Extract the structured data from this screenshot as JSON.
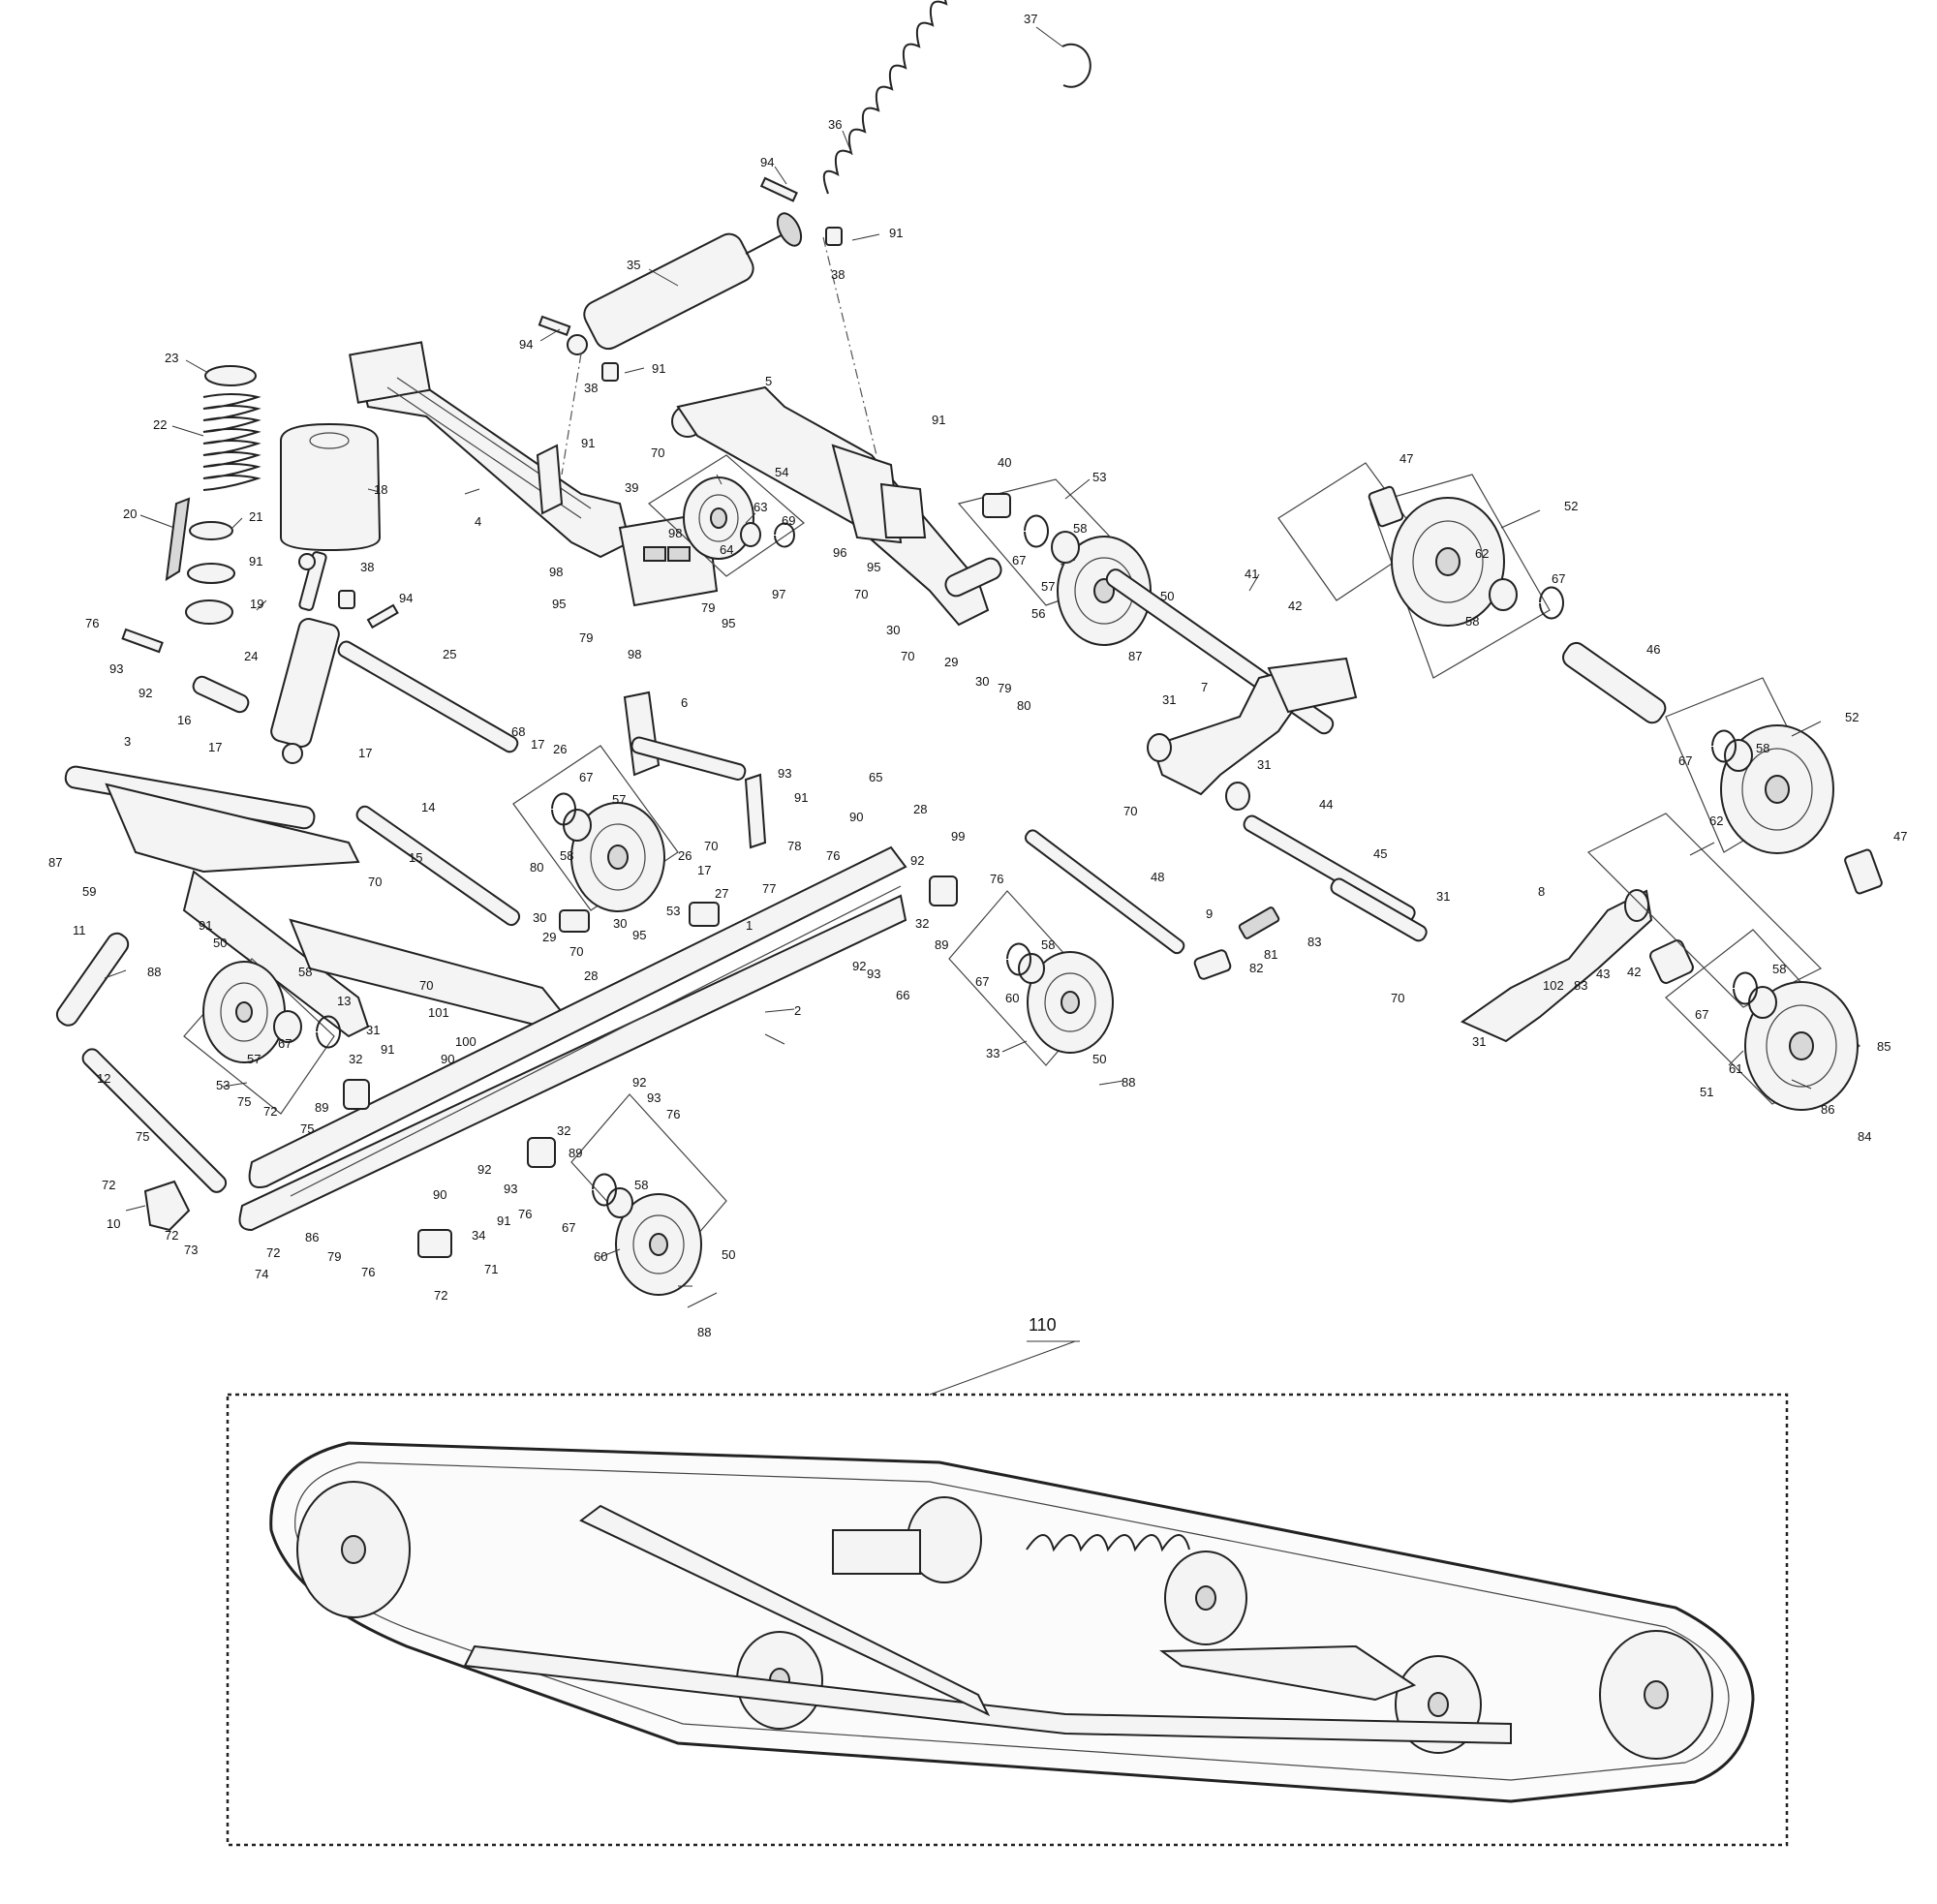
{
  "diagram": {
    "assembly_label": "110",
    "callouts": [
      {
        "id": "37",
        "label": "37"
      },
      {
        "id": "36",
        "label": "36"
      },
      {
        "id": "94a",
        "label": "94"
      },
      {
        "id": "91a",
        "label": "91"
      },
      {
        "id": "38a",
        "label": "38"
      },
      {
        "id": "35",
        "label": "35"
      },
      {
        "id": "94b",
        "label": "94"
      },
      {
        "id": "38b",
        "label": "38"
      },
      {
        "id": "91b",
        "label": "91"
      },
      {
        "id": "23",
        "label": "23"
      },
      {
        "id": "22",
        "label": "22"
      },
      {
        "id": "18",
        "label": "18"
      },
      {
        "id": "20",
        "label": "20"
      },
      {
        "id": "21",
        "label": "21"
      },
      {
        "id": "91c",
        "label": "91"
      },
      {
        "id": "38c",
        "label": "38"
      },
      {
        "id": "94c",
        "label": "94"
      },
      {
        "id": "19",
        "label": "19"
      },
      {
        "id": "76a",
        "label": "76"
      },
      {
        "id": "93a",
        "label": "93"
      },
      {
        "id": "92a",
        "label": "92"
      },
      {
        "id": "16",
        "label": "16"
      },
      {
        "id": "24",
        "label": "24"
      },
      {
        "id": "17a",
        "label": "17"
      },
      {
        "id": "17b",
        "label": "17"
      },
      {
        "id": "25",
        "label": "25"
      },
      {
        "id": "4",
        "label": "4"
      },
      {
        "id": "91d",
        "label": "91"
      },
      {
        "id": "39",
        "label": "39"
      },
      {
        "id": "98a",
        "label": "98"
      },
      {
        "id": "98b",
        "label": "98"
      },
      {
        "id": "95a",
        "label": "95"
      },
      {
        "id": "79a",
        "label": "79"
      },
      {
        "id": "98c",
        "label": "98"
      },
      {
        "id": "79b",
        "label": "79"
      },
      {
        "id": "95b",
        "label": "95"
      },
      {
        "id": "5",
        "label": "5"
      },
      {
        "id": "70a",
        "label": "70"
      },
      {
        "id": "54",
        "label": "54"
      },
      {
        "id": "63",
        "label": "63"
      },
      {
        "id": "64",
        "label": "64"
      },
      {
        "id": "69",
        "label": "69"
      },
      {
        "id": "97",
        "label": "97"
      },
      {
        "id": "96",
        "label": "96"
      },
      {
        "id": "91e",
        "label": "91"
      },
      {
        "id": "95c",
        "label": "95"
      },
      {
        "id": "70b",
        "label": "70"
      },
      {
        "id": "30a",
        "label": "30"
      },
      {
        "id": "70c",
        "label": "70"
      },
      {
        "id": "40",
        "label": "40"
      },
      {
        "id": "53a",
        "label": "53"
      },
      {
        "id": "58a",
        "label": "58"
      },
      {
        "id": "67a",
        "label": "67"
      },
      {
        "id": "57a",
        "label": "57"
      },
      {
        "id": "56",
        "label": "56"
      },
      {
        "id": "29a",
        "label": "29"
      },
      {
        "id": "30b",
        "label": "30"
      },
      {
        "id": "79c",
        "label": "79"
      },
      {
        "id": "80a",
        "label": "80"
      },
      {
        "id": "50a",
        "label": "50"
      },
      {
        "id": "87a",
        "label": "87"
      },
      {
        "id": "41",
        "label": "41"
      },
      {
        "id": "42a",
        "label": "42"
      },
      {
        "id": "47a",
        "label": "47"
      },
      {
        "id": "52a",
        "label": "52"
      },
      {
        "id": "62a",
        "label": "62"
      },
      {
        "id": "67b",
        "label": "67"
      },
      {
        "id": "58b",
        "label": "58"
      },
      {
        "id": "46",
        "label": "46"
      },
      {
        "id": "52b",
        "label": "52"
      },
      {
        "id": "58c",
        "label": "58"
      },
      {
        "id": "67c",
        "label": "67"
      },
      {
        "id": "62b",
        "label": "62"
      },
      {
        "id": "47b",
        "label": "47"
      },
      {
        "id": "7",
        "label": "7"
      },
      {
        "id": "31a",
        "label": "31"
      },
      {
        "id": "31b",
        "label": "31"
      },
      {
        "id": "70d",
        "label": "70"
      },
      {
        "id": "44",
        "label": "44"
      },
      {
        "id": "45",
        "label": "45"
      },
      {
        "id": "48",
        "label": "48"
      },
      {
        "id": "9",
        "label": "9"
      },
      {
        "id": "81",
        "label": "81"
      },
      {
        "id": "82",
        "label": "82"
      },
      {
        "id": "83a",
        "label": "83"
      },
      {
        "id": "31c",
        "label": "31"
      },
      {
        "id": "8",
        "label": "8"
      },
      {
        "id": "42b",
        "label": "42"
      },
      {
        "id": "43",
        "label": "43"
      },
      {
        "id": "83b",
        "label": "83"
      },
      {
        "id": "102",
        "label": "102"
      },
      {
        "id": "70e",
        "label": "70"
      },
      {
        "id": "31d",
        "label": "31"
      },
      {
        "id": "58d",
        "label": "58"
      },
      {
        "id": "67d",
        "label": "67"
      },
      {
        "id": "61",
        "label": "61"
      },
      {
        "id": "51",
        "label": "51"
      },
      {
        "id": "85",
        "label": "85"
      },
      {
        "id": "86a",
        "label": "86"
      },
      {
        "id": "84",
        "label": "84"
      },
      {
        "id": "3",
        "label": "3"
      },
      {
        "id": "14",
        "label": "14"
      },
      {
        "id": "70f",
        "label": "70"
      },
      {
        "id": "15",
        "label": "15"
      },
      {
        "id": "6",
        "label": "6"
      },
      {
        "id": "68",
        "label": "68"
      },
      {
        "id": "17c",
        "label": "17"
      },
      {
        "id": "26a",
        "label": "26"
      },
      {
        "id": "67e",
        "label": "67"
      },
      {
        "id": "57b",
        "label": "57"
      },
      {
        "id": "58e",
        "label": "58"
      },
      {
        "id": "80b",
        "label": "80"
      },
      {
        "id": "30c",
        "label": "30"
      },
      {
        "id": "29b",
        "label": "29"
      },
      {
        "id": "70g",
        "label": "70"
      },
      {
        "id": "30d",
        "label": "30"
      },
      {
        "id": "95d",
        "label": "95"
      },
      {
        "id": "53b",
        "label": "53"
      },
      {
        "id": "26b",
        "label": "26"
      },
      {
        "id": "17d",
        "label": "17"
      },
      {
        "id": "27",
        "label": "27"
      },
      {
        "id": "70h",
        "label": "70"
      },
      {
        "id": "93b",
        "label": "93"
      },
      {
        "id": "91f",
        "label": "91"
      },
      {
        "id": "90a",
        "label": "90"
      },
      {
        "id": "65",
        "label": "65"
      },
      {
        "id": "76b",
        "label": "76"
      },
      {
        "id": "78",
        "label": "78"
      },
      {
        "id": "77",
        "label": "77"
      },
      {
        "id": "28a",
        "label": "28"
      },
      {
        "id": "99",
        "label": "99"
      },
      {
        "id": "92b",
        "label": "92"
      },
      {
        "id": "76c",
        "label": "76"
      },
      {
        "id": "32a",
        "label": "32"
      },
      {
        "id": "89a",
        "label": "89"
      },
      {
        "id": "1",
        "label": "1"
      },
      {
        "id": "2",
        "label": "2"
      },
      {
        "id": "28b",
        "label": "28"
      },
      {
        "id": "92c",
        "label": "92"
      },
      {
        "id": "93c",
        "label": "93"
      },
      {
        "id": "66",
        "label": "66"
      },
      {
        "id": "67f",
        "label": "67"
      },
      {
        "id": "58f",
        "label": "58"
      },
      {
        "id": "60a",
        "label": "60"
      },
      {
        "id": "33",
        "label": "33"
      },
      {
        "id": "50b",
        "label": "50"
      },
      {
        "id": "88a",
        "label": "88"
      },
      {
        "id": "87b",
        "label": "87"
      },
      {
        "id": "59",
        "label": "59"
      },
      {
        "id": "91g",
        "label": "91"
      },
      {
        "id": "11",
        "label": "11"
      },
      {
        "id": "88b",
        "label": "88"
      },
      {
        "id": "50c",
        "label": "50"
      },
      {
        "id": "58g",
        "label": "58"
      },
      {
        "id": "13",
        "label": "13"
      },
      {
        "id": "31e",
        "label": "31"
      },
      {
        "id": "70i",
        "label": "70"
      },
      {
        "id": "101",
        "label": "101"
      },
      {
        "id": "100",
        "label": "100"
      },
      {
        "id": "57c",
        "label": "57"
      },
      {
        "id": "67g",
        "label": "67"
      },
      {
        "id": "53c",
        "label": "53"
      },
      {
        "id": "12",
        "label": "12"
      },
      {
        "id": "91h",
        "label": "91"
      },
      {
        "id": "90b",
        "label": "90"
      },
      {
        "id": "32b",
        "label": "32"
      },
      {
        "id": "89b",
        "label": "89"
      },
      {
        "id": "75a",
        "label": "75"
      },
      {
        "id": "72a",
        "label": "72"
      },
      {
        "id": "75b",
        "label": "75"
      },
      {
        "id": "92d",
        "label": "92"
      },
      {
        "id": "93d",
        "label": "93"
      },
      {
        "id": "76d",
        "label": "76"
      },
      {
        "id": "32c",
        "label": "32"
      },
      {
        "id": "89c",
        "label": "89"
      },
      {
        "id": "75c",
        "label": "75"
      },
      {
        "id": "72b",
        "label": "72"
      },
      {
        "id": "10",
        "label": "10"
      },
      {
        "id": "72c",
        "label": "72"
      },
      {
        "id": "73",
        "label": "73"
      },
      {
        "id": "72d",
        "label": "72"
      },
      {
        "id": "74",
        "label": "74"
      },
      {
        "id": "86b",
        "label": "86"
      },
      {
        "id": "79d",
        "label": "79"
      },
      {
        "id": "76e",
        "label": "76"
      },
      {
        "id": "34",
        "label": "34"
      },
      {
        "id": "72e",
        "label": "72"
      },
      {
        "id": "71",
        "label": "71"
      },
      {
        "id": "90c",
        "label": "90"
      },
      {
        "id": "92e",
        "label": "92"
      },
      {
        "id": "93e",
        "label": "93"
      },
      {
        "id": "91i",
        "label": "91"
      },
      {
        "id": "76f",
        "label": "76"
      },
      {
        "id": "67h",
        "label": "67"
      },
      {
        "id": "58h",
        "label": "58"
      },
      {
        "id": "60b",
        "label": "60"
      },
      {
        "id": "50d",
        "label": "50"
      },
      {
        "id": "88c",
        "label": "88"
      }
    ]
  }
}
